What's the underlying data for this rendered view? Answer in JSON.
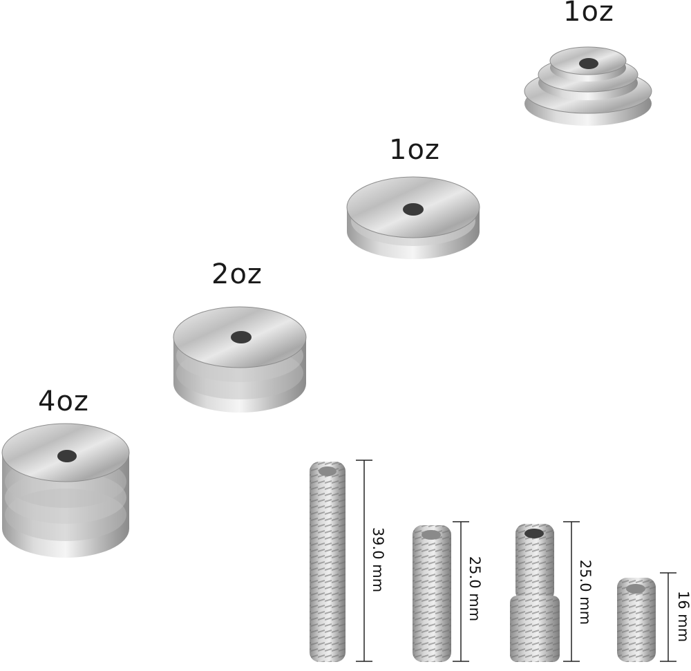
{
  "weights": [
    {
      "label": "1oz"
    },
    {
      "label": "1oz"
    },
    {
      "label": "2oz"
    },
    {
      "label": "4oz"
    }
  ],
  "studs": [
    {
      "length_label": "39.0 mm"
    },
    {
      "length_label": "25.0 mm"
    },
    {
      "length_label": "25.0 mm"
    },
    {
      "length_label": "16 mm"
    }
  ],
  "colors": {
    "background": "#ffffff",
    "metal_light": "#e6e6e6",
    "metal_mid": "#b5b5b5",
    "metal_dark": "#7a7a7a"
  }
}
